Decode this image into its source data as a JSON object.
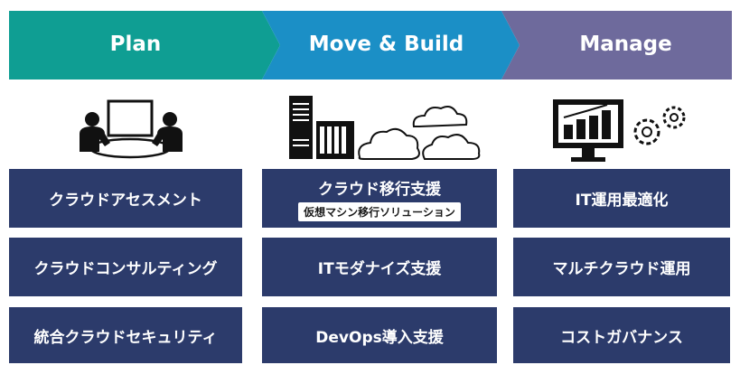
{
  "phases": [
    {
      "label": "Plan",
      "color": "#0f9e93",
      "icon": "meeting-icon",
      "items": [
        {
          "title": "クラウドアセスメント"
        },
        {
          "title": "クラウドコンサルティング"
        },
        {
          "title": "統合クラウドセキュリティ"
        }
      ]
    },
    {
      "label": "Move & Build",
      "color": "#1b8fc6",
      "icon": "server-cloud-icon",
      "items": [
        {
          "title": "クラウド移行支援",
          "subtitle": "仮想マシン移行ソリューション"
        },
        {
          "title": "ITモダナイズ支援"
        },
        {
          "title": "DevOps導入支援"
        }
      ]
    },
    {
      "label": "Manage",
      "color": "#6e6a9c",
      "icon": "monitor-gears-icon",
      "items": [
        {
          "title": "IT運用最適化"
        },
        {
          "title": "マルチクラウド運用"
        },
        {
          "title": "コストガバナンス"
        }
      ]
    }
  ],
  "box_color": "#2c3b6b"
}
